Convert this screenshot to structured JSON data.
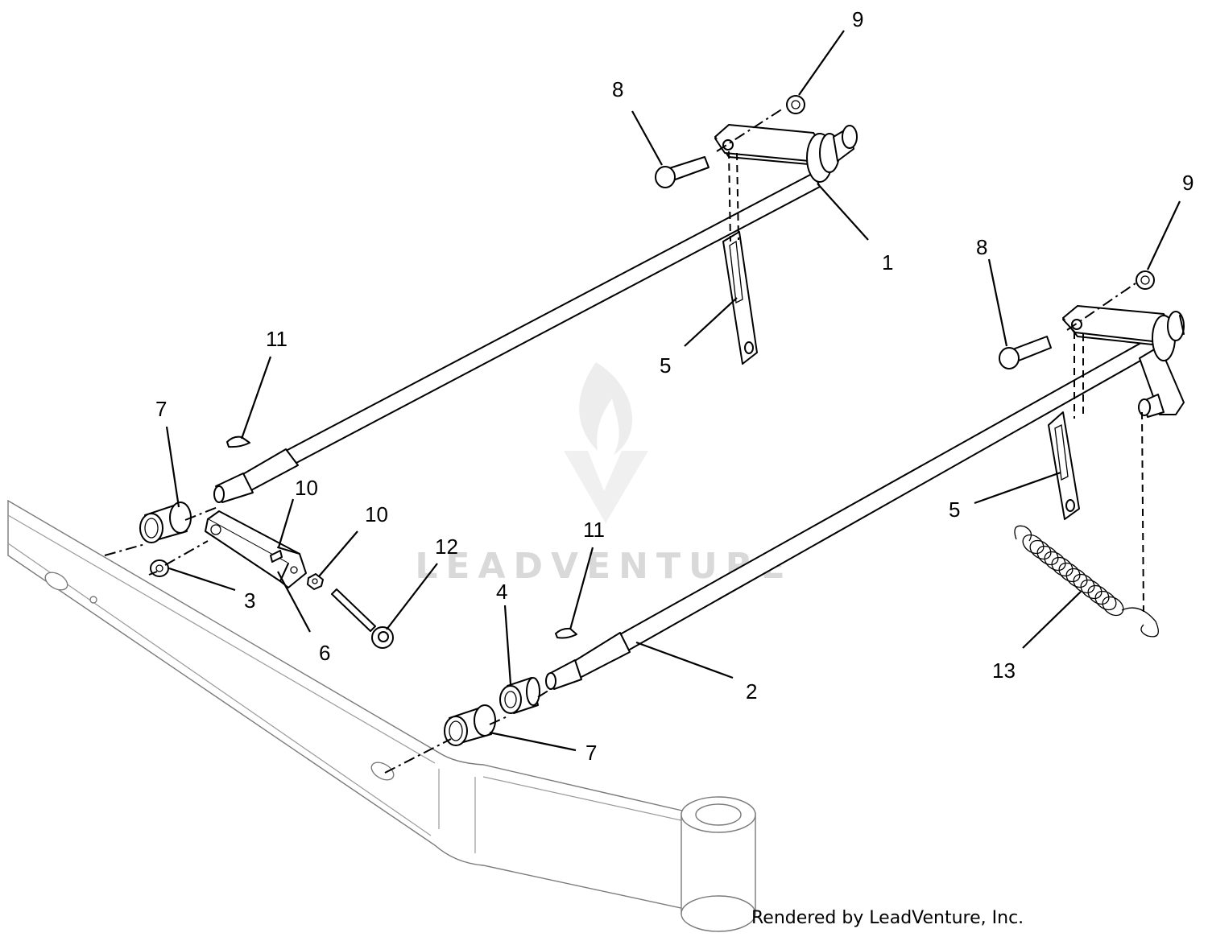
{
  "diagram": {
    "callouts": [
      {
        "id": "c1",
        "label": "1"
      },
      {
        "id": "c2",
        "label": "2"
      },
      {
        "id": "c3",
        "label": "3"
      },
      {
        "id": "c4",
        "label": "4"
      },
      {
        "id": "c5a",
        "label": "5"
      },
      {
        "id": "c5b",
        "label": "5"
      },
      {
        "id": "c6",
        "label": "6"
      },
      {
        "id": "c7a",
        "label": "7"
      },
      {
        "id": "c7b",
        "label": "7"
      },
      {
        "id": "c8a",
        "label": "8"
      },
      {
        "id": "c8b",
        "label": "8"
      },
      {
        "id": "c9a",
        "label": "9"
      },
      {
        "id": "c9b",
        "label": "9"
      },
      {
        "id": "c10a",
        "label": "10"
      },
      {
        "id": "c10b",
        "label": "10"
      },
      {
        "id": "c11a",
        "label": "11"
      },
      {
        "id": "c11b",
        "label": "11"
      },
      {
        "id": "c12",
        "label": "12"
      },
      {
        "id": "c13",
        "label": "13"
      }
    ],
    "watermark": "LEADVENTURE",
    "credit": "Rendered by LeadVenture, Inc."
  }
}
